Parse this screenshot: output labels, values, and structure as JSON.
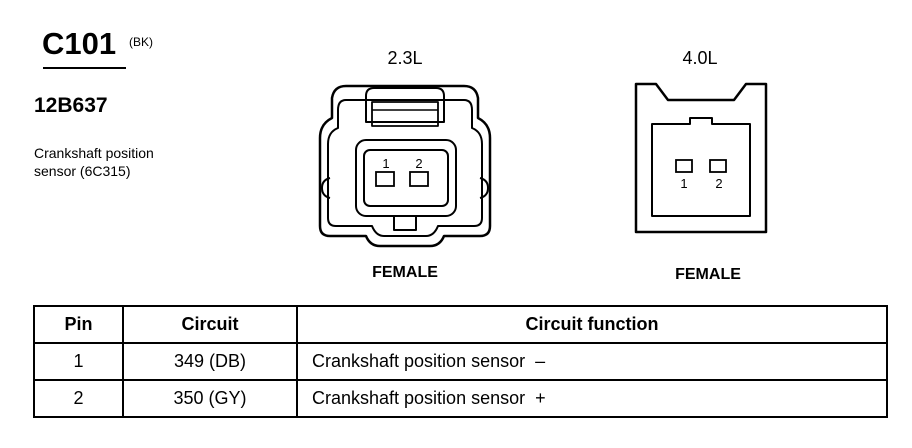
{
  "connector": {
    "id": "C101",
    "color": "(BK)",
    "part_number": "12B637",
    "description_line1": "Crankshaft position",
    "description_line2": "sensor (6C315)"
  },
  "views": [
    {
      "engine": "2.3L",
      "gender": "FEMALE",
      "pin_labels": [
        "1",
        "2"
      ]
    },
    {
      "engine": "4.0L",
      "gender": "FEMALE",
      "pin_labels": [
        "1",
        "2"
      ]
    }
  ],
  "table": {
    "headers": [
      "Pin",
      "Circuit",
      "Circuit function"
    ],
    "rows": [
      {
        "pin": "1",
        "circuit": "349 (DB)",
        "function": "Crankshaft position sensor  –"
      },
      {
        "pin": "2",
        "circuit": "350 (GY)",
        "function": "Crankshaft position sensor  +"
      }
    ]
  }
}
